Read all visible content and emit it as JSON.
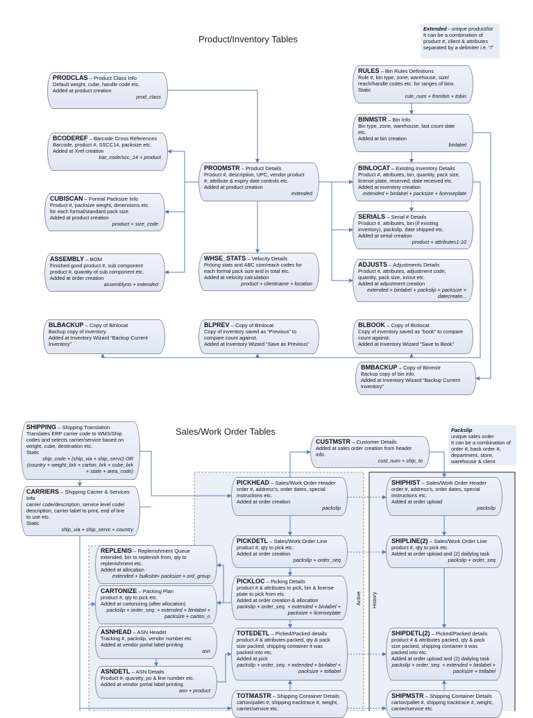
{
  "sections": {
    "inventory_title": "Product/Inventory Tables",
    "sales_title": "Sales/Work Order Tables",
    "active_label": "Active",
    "history_label": "History"
  },
  "notes": {
    "extended": {
      "term": "Extended -",
      "lines": [
        " unique product/lot",
        "It can be a combination of",
        "product #, client & attributes",
        "separated by a delimiter i.e. “/”"
      ]
    },
    "packslip": {
      "term": "Packslip",
      "lines": [
        "unique sales order",
        "It can be a combination of",
        "order #, back order #,",
        "department, store,",
        "warehouse & client"
      ]
    }
  },
  "colors": {
    "connector": "#4f81bd",
    "box_fill": "#e6ecf7",
    "box_border": "#8a8f99"
  },
  "tables": [
    {
      "id": "prodclas",
      "name": "PRODCLAS",
      "title": "Product Class Info",
      "lines": [
        "Default weight, cube, handle code etc.",
        "Added at product creation"
      ],
      "key": "prod_class"
    },
    {
      "id": "bcoderef",
      "name": "BCODEREF",
      "title": "Barcode Cross References",
      "lines": [
        "Barcode, product #, SSCC14, packsize  etc.",
        "Added at Xref creation"
      ],
      "key": "bar_code/scc_14 + product"
    },
    {
      "id": "cubiscan",
      "name": "CUBISCAN",
      "title": "Formal Packsize Info",
      "lines": [
        "Product #, packsize weight, dimensions etc.",
        "for each formal/standard  pack size",
        "Added at product creation"
      ],
      "key": "product + size_code"
    },
    {
      "id": "assembly",
      "name": "ASSEMBLY",
      "title": "BOM",
      "lines": [
        "Finished good product #, sub component",
        "product #, quantity of sub component etc.",
        "Added at order creation"
      ],
      "key": "assemblyno + extended"
    },
    {
      "id": "prodmstr",
      "name": "PRODMSTR",
      "title": "Product Details",
      "lines": [
        "Product #, description, UPC, vendor product",
        "#, attribute & expiry date controls etc.",
        "Added at product creation"
      ],
      "key": "extended"
    },
    {
      "id": "whse_stats",
      "name": "WHSE_STATS",
      "title": "Velocity Details",
      "lines": [
        "Picking stats and ABC size/reach codes for",
        "each formal pack size and in total etc.",
        "Added at velocity calculation"
      ],
      "key": "product + clientname + location"
    },
    {
      "id": "rules",
      "name": "RULES",
      "title": "Bin Rules Definitions",
      "lines": [
        "Rule #, bin type, zone, warehouse, size/",
        "reach/handle codes etc. for ranges of bins",
        "Static"
      ],
      "key": "rule_num + frombin + tobin"
    },
    {
      "id": "binmstr",
      "name": "BINMSTR",
      "title": "Bin Info.",
      "lines": [
        "Bin type, zone, warehouse, last count date",
        "etc.",
        "Added at bin creation"
      ],
      "key": "binlabel"
    },
    {
      "id": "binlocat",
      "name": "BINLOCAT",
      "title": "Existing Inventory Details",
      "lines": [
        "Product #, attributes, bin, quantity, pack size,",
        "license plate, reserved, date received etc.",
        "Added at inventory creation"
      ],
      "key": "extended + binlabel + packsize + licenseplate"
    },
    {
      "id": "serials",
      "name": "SERIALS",
      "title": "Serial # Details",
      "lines": [
        "Product #, attributes, bin (if existing",
        "inventory), packslip, date shipped etc.",
        "Added at serial creation"
      ],
      "key": "product + attributes1-10"
    },
    {
      "id": "adjusts",
      "name": "ADJUSTS",
      "title": "Adjustments Details",
      "lines": [
        "Product #, attributes, adjustment code,",
        "quantity, pack size, in/out etc.",
        "Added at adjustment creation"
      ],
      "key": "extended + binlabel + packslip + packsize + datecreate..."
    },
    {
      "id": "blbackup",
      "name": "BLBACKUP",
      "title": "Copy of Binlocat",
      "lines": [
        "Backup copy of inventory.",
        "Added at Inventory Wizard “Backup Current",
        "Inventory”"
      ],
      "key": ""
    },
    {
      "id": "blprev",
      "name": "BLPREV",
      "title": "Copy of Binlocat",
      "lines": [
        "Copy of inventory saved as “Previous” to",
        "compare count against.",
        "Added at Inventory Wizard “Save as Previous”"
      ],
      "key": ""
    },
    {
      "id": "blbook",
      "name": "BLBOOK",
      "title": "Copy of Binlocat",
      "lines": [
        "Copy of inventory saved as “book” to compare",
        "count against.",
        "Added at Inventory Wizard “Save to Book”"
      ],
      "key": ""
    },
    {
      "id": "bmbackup",
      "name": "BMBACKUP",
      "title": "Copy of Binmstr",
      "lines": [
        "Backup copy of bin info.",
        "Added at Inventory Wizard “Backup Current",
        "Inventory”"
      ],
      "key": ""
    },
    {
      "id": "shipping",
      "name": "SHIPPING",
      "title": "Shipping Translation",
      "lines": [
        "Translates ERP carrier code to WMS/Ship",
        "codes and selects carrier/service based on",
        "weight, cube, destination etc.",
        "Static"
      ],
      "key": "ship_code + (ship_via + ship_servc) OR (country + weight_brk + carton_brk + cube_brk + state + area_code)"
    },
    {
      "id": "carriers",
      "name": "CARRIERS",
      "title": "Shipping Carrier & Services Info",
      "lines": [
        "carrier code/description, service level code/",
        "description, carrier label to print, end of line",
        "to use etc.",
        "Static"
      ],
      "key": "ship_via + ship_servc + country"
    },
    {
      "id": "custmstr",
      "name": "CUSTMSTR",
      "title": "Customer Details",
      "lines": [
        "Added at sales order creation from header",
        "info."
      ],
      "key": "cust_num + ship_to"
    },
    {
      "id": "pickhead",
      "name": "PICKHEAD",
      "title": "Sales/Work Order Header",
      "lines": [
        "order #, address’s, order dates, special",
        "instructions etc.",
        "Added at order creation"
      ],
      "key": "packslip"
    },
    {
      "id": "shiphist",
      "name": "SHIPHIST",
      "title": "Sales/Work Order Header",
      "lines": [
        "order #, address’s, order dates, special",
        "instructions etc.",
        "Added at order upload"
      ],
      "key": "packslip"
    },
    {
      "id": "pickdetl",
      "name": "PICKDETL",
      "title": "Sales/Work Order Line",
      "lines": [
        "product #, qty to pick etc.",
        "Added at order creation"
      ],
      "key": "packslip + order_seq"
    },
    {
      "id": "shipline",
      "name": "SHIPLINE(2)",
      "title": "Sales/Work Order Line",
      "lines": [
        "product #, qty to pick etc.",
        "Added at order upload and (2) dailylog task"
      ],
      "key": "packslip + order_seq"
    },
    {
      "id": "replenis",
      "name": "REPLENIS",
      "title": "Replenishment Queue",
      "lines": [
        "extended, bin to replenish from, qty to",
        "replenishment etc.",
        "Added at allocation"
      ],
      "key": "extended + bulkslot+ packsize + ord_group"
    },
    {
      "id": "pickloc",
      "name": "PICKLOC",
      "title": "Picking Details",
      "lines": [
        "product # & attributes to pick, bin & license",
        "plate to pick from etc.",
        "Added at order creation & allocation"
      ],
      "key": "packslip + order_seq. + extended + binlabel + packsize + licenseplate"
    },
    {
      "id": "cartonize",
      "name": "CARTONIZE",
      "title": "Packing Plan",
      "lines": [
        "product #, qty to pick etc.",
        "Added at cartonizing (after allocation)"
      ],
      "key": "packslip + order_seq. + extended + binlabel + packsize + carton_n"
    },
    {
      "id": "asnhead",
      "name": "ASNHEAD",
      "title": "ASN Header",
      "lines": [
        "Tracking #, packslip, vendor number etc.",
        "Added at vendor portal label printing"
      ],
      "key": "asn"
    },
    {
      "id": "asndetl",
      "name": "ASNDETL",
      "title": "ASN Details",
      "lines": [
        "Product #, quanitty, po & line number etc.",
        "Added at vendor portal label printing"
      ],
      "key": "asn + product"
    },
    {
      "id": "totedetl",
      "name": "TOTEDETL",
      "title": "Picked/Packed details",
      "lines": [
        "product # & attributes packed, qty & pack",
        "size packed, shipping container it was",
        "packed into etc.",
        "Added at pick"
      ],
      "key": "packslip + order_seq. + extended + binlabel + packsize + totlabel"
    },
    {
      "id": "shipdetl",
      "name": "SHIPDETL(2)",
      "title": "Picked/Packed details",
      "lines": [
        "product # & attributes packed, qty & pack",
        "size packed, shipping container it was",
        "packed into etc.",
        "Added at order upload and (2) dailylog task"
      ],
      "key": "packslip + order_seq. + extended + binlabel + packsize + totlabel"
    },
    {
      "id": "totmastr",
      "name": "TOTMASTR",
      "title": "Shipping Container Details",
      "lines": [
        "carton/pallet #, shipping tracktrace #, weight,",
        "carrier/service etc."
      ],
      "key": ""
    },
    {
      "id": "shipmstr",
      "name": "SHIPMSTR",
      "title": "Shipping Container Details",
      "lines": [
        "carton/pallet #, shipping tracktrace #, weight,",
        "carrier/service etc."
      ],
      "key": ""
    }
  ]
}
